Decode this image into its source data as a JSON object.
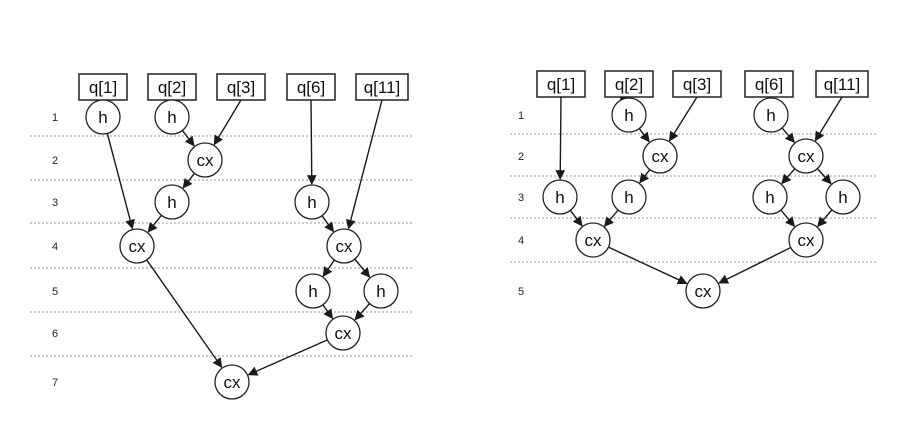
{
  "colors": {
    "default_stroke": "#222222",
    "highlight_blue": "#4aa8e0",
    "highlight_red": "#e03c3c",
    "separator": "#9a9a9a"
  },
  "diagrams": [
    {
      "qubits": [
        "q[1]",
        "q[2]",
        "q[3]",
        "q[6]",
        "q[11]"
      ],
      "layer_labels": [
        "1",
        "2",
        "3",
        "4",
        "5",
        "6",
        "7"
      ],
      "nodes": [
        {
          "id": "a_h1",
          "label": "h",
          "layer": 1,
          "highlight": "blue"
        },
        {
          "id": "a_h2",
          "label": "h",
          "layer": 1,
          "highlight": "none"
        },
        {
          "id": "a_cx1",
          "label": "cx",
          "layer": 2,
          "highlight": "none"
        },
        {
          "id": "a_h3",
          "label": "h",
          "layer": 3,
          "highlight": "none"
        },
        {
          "id": "a_h6",
          "label": "h",
          "layer": 3,
          "highlight": "red"
        },
        {
          "id": "a_cx2",
          "label": "cx",
          "layer": 4,
          "highlight": "none"
        },
        {
          "id": "a_cx3",
          "label": "cx",
          "layer": 4,
          "highlight": "none"
        },
        {
          "id": "a_h4",
          "label": "h",
          "layer": 5,
          "highlight": "none"
        },
        {
          "id": "a_h5",
          "label": "h",
          "layer": 5,
          "highlight": "none"
        },
        {
          "id": "a_cx4",
          "label": "cx",
          "layer": 6,
          "highlight": "none"
        },
        {
          "id": "a_cx5",
          "label": "cx",
          "layer": 7,
          "highlight": "none"
        }
      ],
      "edges": [
        [
          "q[1]",
          "a_h1"
        ],
        [
          "q[2]",
          "a_h2"
        ],
        [
          "q[3]",
          "a_cx1"
        ],
        [
          "q[6]",
          "a_h6"
        ],
        [
          "q[11]",
          "a_cx3"
        ],
        [
          "a_h2",
          "a_cx1"
        ],
        [
          "a_cx1",
          "a_h3"
        ],
        [
          "a_h1",
          "a_cx2"
        ],
        [
          "a_h3",
          "a_cx2"
        ],
        [
          "a_h6",
          "a_cx3"
        ],
        [
          "a_cx3",
          "a_h4"
        ],
        [
          "a_cx3",
          "a_h5"
        ],
        [
          "a_h4",
          "a_cx4"
        ],
        [
          "a_h5",
          "a_cx4"
        ],
        [
          "a_cx2",
          "a_cx5"
        ],
        [
          "a_cx4",
          "a_cx5"
        ]
      ]
    },
    {
      "qubits": [
        "q[1]",
        "q[2]",
        "q[3]",
        "q[6]",
        "q[11]"
      ],
      "layer_labels": [
        "1",
        "2",
        "3",
        "4",
        "5"
      ],
      "nodes": [
        {
          "id": "b_h2",
          "label": "h",
          "layer": 1,
          "highlight": "none"
        },
        {
          "id": "b_h6",
          "label": "h",
          "layer": 1,
          "highlight": "red"
        },
        {
          "id": "b_cx1",
          "label": "cx",
          "layer": 2,
          "highlight": "none"
        },
        {
          "id": "b_cx3",
          "label": "cx",
          "layer": 2,
          "highlight": "none"
        },
        {
          "id": "b_h1",
          "label": "h",
          "layer": 3,
          "highlight": "blue"
        },
        {
          "id": "b_h3",
          "label": "h",
          "layer": 3,
          "highlight": "none"
        },
        {
          "id": "b_h4",
          "label": "h",
          "layer": 3,
          "highlight": "none"
        },
        {
          "id": "b_h5",
          "label": "h",
          "layer": 3,
          "highlight": "none"
        },
        {
          "id": "b_cx2",
          "label": "cx",
          "layer": 4,
          "highlight": "none"
        },
        {
          "id": "b_cx4",
          "label": "cx",
          "layer": 4,
          "highlight": "none"
        },
        {
          "id": "b_cx5",
          "label": "cx",
          "layer": 5,
          "highlight": "none"
        }
      ],
      "edges": [
        [
          "q[1]",
          "b_h1"
        ],
        [
          "q[2]",
          "b_h2"
        ],
        [
          "q[3]",
          "b_cx1"
        ],
        [
          "q[6]",
          "b_h6"
        ],
        [
          "q[11]",
          "b_cx3"
        ],
        [
          "b_h2",
          "b_cx1"
        ],
        [
          "b_h6",
          "b_cx3"
        ],
        [
          "b_cx1",
          "b_h3"
        ],
        [
          "b_cx3",
          "b_h4"
        ],
        [
          "b_cx3",
          "b_h5"
        ],
        [
          "b_h1",
          "b_cx2"
        ],
        [
          "b_h3",
          "b_cx2"
        ],
        [
          "b_h4",
          "b_cx4"
        ],
        [
          "b_h5",
          "b_cx4"
        ],
        [
          "b_cx2",
          "b_cx5"
        ],
        [
          "b_cx4",
          "b_cx5"
        ]
      ]
    }
  ]
}
